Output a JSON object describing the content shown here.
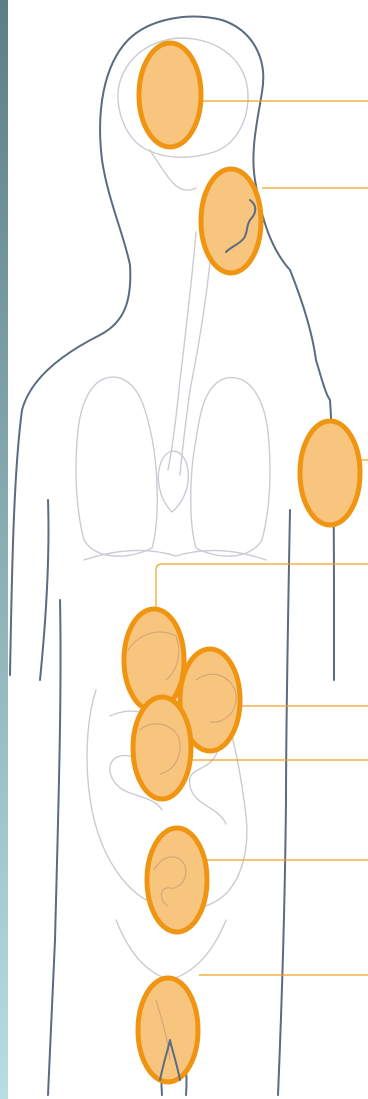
{
  "colors": {
    "body_outline": "#5b6b82",
    "organ_line": "#c9ccd3",
    "marker_fill": "#f8c57f",
    "marker_stroke": "#ef9512",
    "callout_line": "#f0a020",
    "strip_top": "#5c7f86",
    "strip_bottom": "#b8dde3"
  },
  "diagram": {
    "markers": [
      {
        "id": "brain",
        "label": ""
      },
      {
        "id": "throat",
        "label": ""
      },
      {
        "id": "arm",
        "label": ""
      },
      {
        "id": "liver",
        "label": ""
      },
      {
        "id": "stomach",
        "label": ""
      },
      {
        "id": "gallbladder",
        "label": ""
      },
      {
        "id": "intestine",
        "label": ""
      },
      {
        "id": "pelvis",
        "label": ""
      }
    ]
  }
}
